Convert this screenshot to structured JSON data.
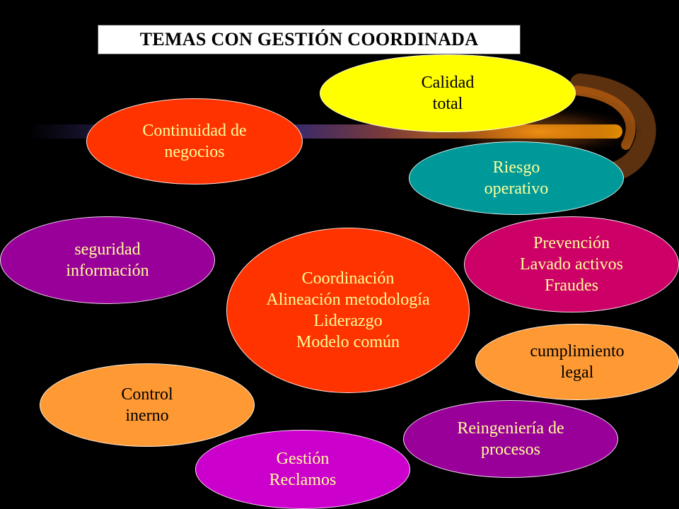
{
  "title": "TEMAS CON GESTIÓN COORDINADA",
  "colors": {
    "background": "#000000",
    "yellow": "#FFFF00",
    "red_orange": "#FF3300",
    "teal": "#009999",
    "purple": "#990099",
    "magenta_pink": "#CC0066",
    "orange": "#FF9933",
    "magenta": "#CC00CC",
    "light_text": "#FFFF99"
  },
  "nodes": {
    "calidad": {
      "lines": [
        "Calidad",
        "total"
      ]
    },
    "continuidad": {
      "lines": [
        "Continuidad de",
        "negocios"
      ]
    },
    "riesgo": {
      "lines": [
        "Riesgo",
        "operativo"
      ]
    },
    "seguridad": {
      "lines": [
        "seguridad",
        "información"
      ]
    },
    "coordinacion": {
      "lines": [
        "Coordinación",
        "Alineación metodología",
        "Liderazgo",
        "Modelo común"
      ]
    },
    "prevencion": {
      "lines": [
        "Prevención",
        "Lavado activos",
        "Fraudes"
      ]
    },
    "cumplimiento": {
      "lines": [
        "cumplimiento",
        "legal"
      ]
    },
    "control": {
      "lines": [
        "Control",
        "inerno"
      ]
    },
    "reingenieria": {
      "lines": [
        "Reingeniería de",
        "procesos"
      ]
    },
    "gestion": {
      "lines": [
        "Gestión",
        "Reclamos"
      ]
    }
  }
}
